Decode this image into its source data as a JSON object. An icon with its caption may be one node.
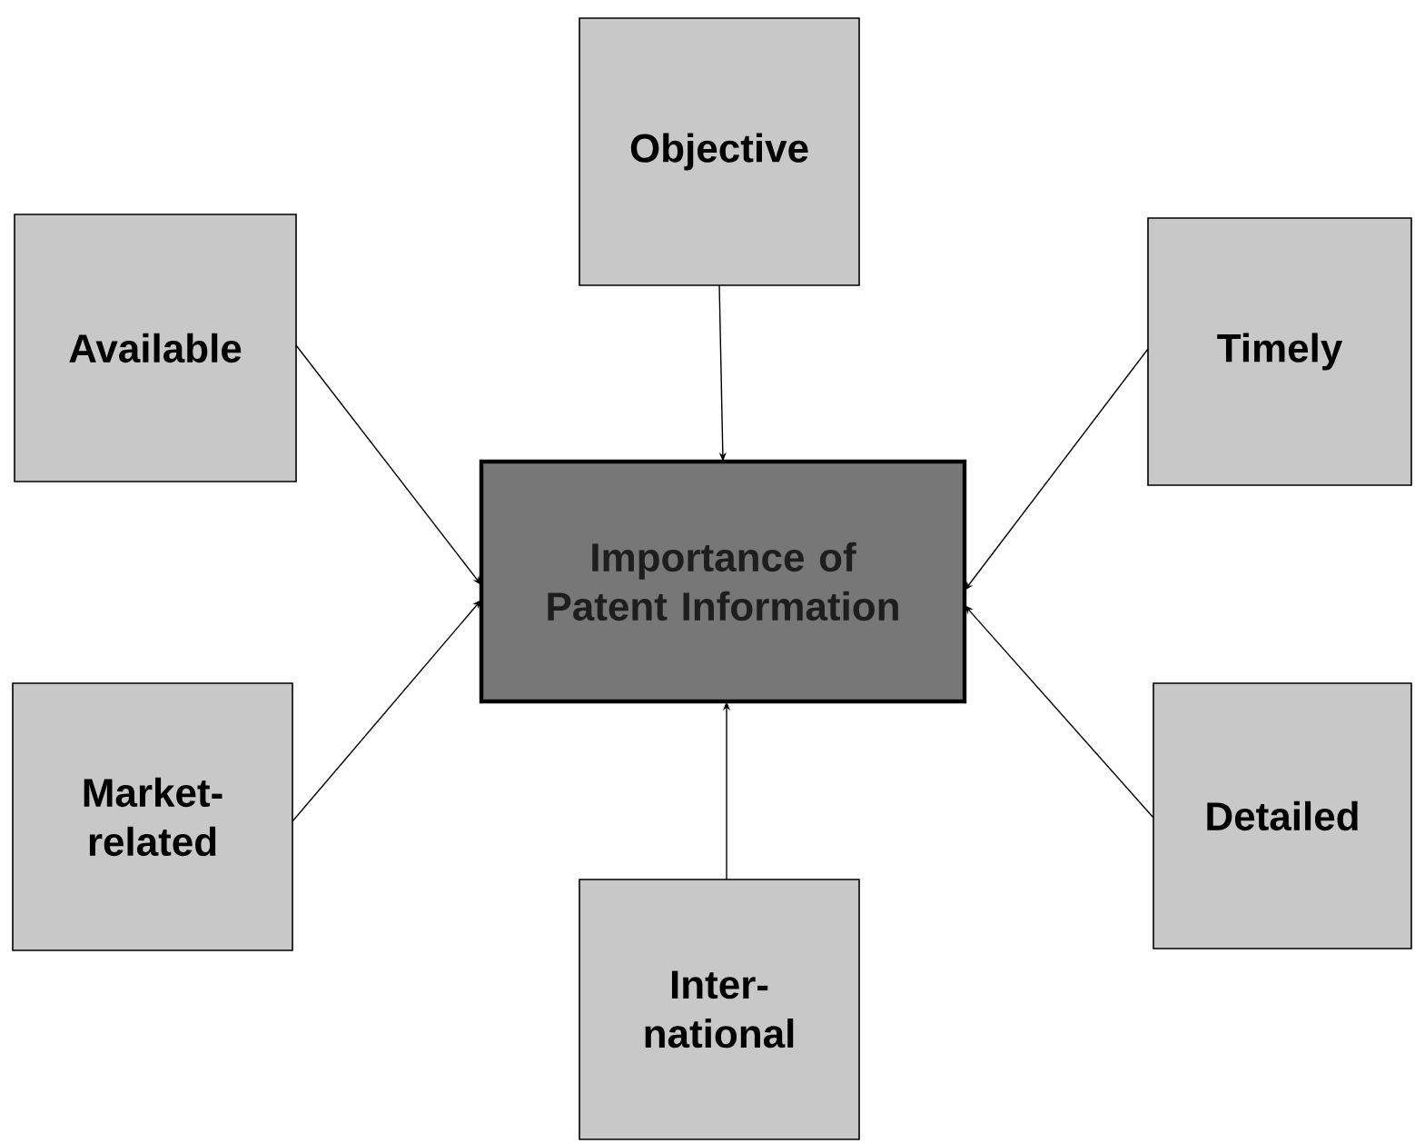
{
  "diagram": {
    "nodes": [
      {
        "text": [
          "Importance of Patent Information"
        ]
      },
      {
        "text": [
          "Objective"
        ]
      },
      {
        "text": [
          "Available"
        ]
      },
      {
        "text": [
          "Timely"
        ]
      },
      {
        "text": [
          "Market- related"
        ]
      },
      {
        "text": [
          "Detailed"
        ]
      },
      {
        "text": [
          "Inter- national"
        ]
      }
    ],
    "edges": [
      {
        "from": 1,
        "to": 0,
        "arrow": "to"
      },
      {
        "from": 2,
        "to": 0,
        "arrow": "to"
      },
      {
        "from": 3,
        "to": 0,
        "arrow": "to"
      },
      {
        "from": 4,
        "to": 0,
        "arrow": "to"
      },
      {
        "from": 5,
        "to": 0,
        "arrow": "to"
      },
      {
        "from": 6,
        "to": 0,
        "arrow": "to"
      }
    ]
  }
}
